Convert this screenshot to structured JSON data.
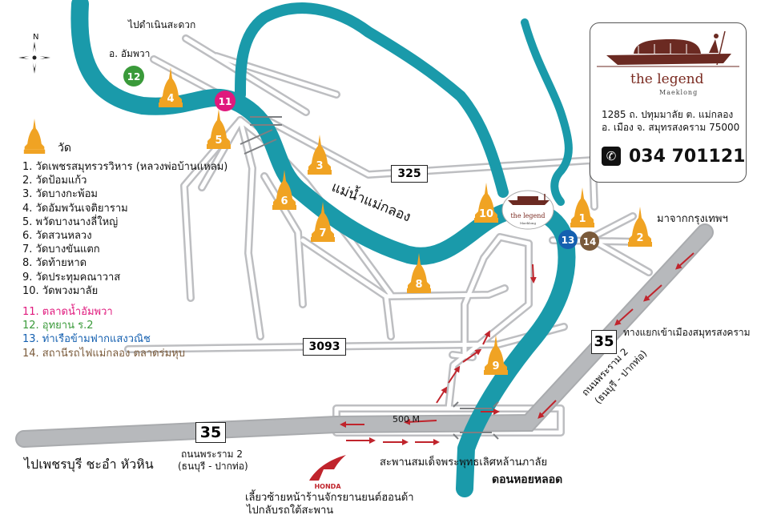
{
  "map": {
    "north_label": "N",
    "top_label": "ไปดำเนินสะดวก",
    "amphawa_label": "อ. อัมพวา",
    "river_label": "แม่น้ำแม่กลอง",
    "from_bangkok": "มาจากกรุงเทพฯ",
    "to_phetchaburi": "ไปเพชรบุรี ชะอำ หัวหิน",
    "junction_label": "ทางแยกเข้าเมืองสมุทรสงคราม",
    "bridge_label": "สะพานสมเด็จพระพุทธเลิศหล้านภาลัย",
    "don_hoi_lot": "ดอนหอยหลอด",
    "distance_label": "500 M",
    "honda_brand": "HONDA",
    "turn_note_1": "เลี้ยวซ้ายหน้าร้านจักรยานยนต์ฮอนด้า",
    "turn_note_2": "ไปกลับรถใต้สะพาน",
    "road_rama2_lower_1": "ถนนพระราม 2",
    "road_rama2_lower_2": "(ธนบุรี - ปากท่อ)",
    "road_rama2_right_1": "ถนนพระราม 2",
    "road_rama2_right_2": "(ธนบุรี - ปากท่อ)",
    "highways": {
      "h325": "325",
      "h3093": "3093",
      "h35_left": "35",
      "h35_right": "35"
    }
  },
  "legend": {
    "temple_heading": "วัด",
    "items": [
      {
        "text": "1. วัดเพชรสมุทรวรวิหาร (หลวงพ่อบ้านแหลม)"
      },
      {
        "text": "2. วัดป้อมแก้ว"
      },
      {
        "text": "3. วัดบางกะพ้อม"
      },
      {
        "text": "4. วัดอัมพวันเจติยาราม"
      },
      {
        "text": "5. พวัดบางนางลี่ใหญ่"
      },
      {
        "text": "6. วัดสวนหลวง"
      },
      {
        "text": "7. วัดบางขันแตก"
      },
      {
        "text": "8. วัดท้ายหาด"
      },
      {
        "text": "9. วัดประทุมคณาวาส"
      },
      {
        "text": "10. วัดพวงมาลัย"
      }
    ],
    "places": [
      {
        "text": "11. ตลาดน้ำอัมพวา",
        "color": "#e0197d"
      },
      {
        "text": "12. อุทยาน ร.2",
        "color": "#3a9a3a"
      },
      {
        "text": "13. ท่าเรือข้ามฟากแสงวณิช",
        "color": "#1560b0"
      },
      {
        "text": "14. สถานีรถไฟแม่กลอง ตลาดร่มหุบ",
        "color": "#7a5a3a"
      }
    ]
  },
  "markers": {
    "temples": [
      "1",
      "2",
      "3",
      "4",
      "5",
      "6",
      "7",
      "8",
      "9",
      "10"
    ],
    "m11": "11",
    "m12": "12",
    "m13": "13",
    "m14": "14"
  },
  "card": {
    "brand": "the legend",
    "brand_sub": "Maeklong",
    "address_1": "1285 ถ. ปทุมมาลัย ต. แม่กลอง",
    "address_2": "อ. เมือง จ. สมุทรสงคราม 75000",
    "phone": "034 701121",
    "mini_brand": "the legend",
    "mini_sub": "Maeklong"
  },
  "colors": {
    "river": "#1a9aaa",
    "road_grey": "#bdbec1",
    "highway": "#a9abae",
    "temple": "#f0a323",
    "arrow": "#c0242c",
    "m11": "#e0197d",
    "m12": "#3a9a3a",
    "m13": "#1560b0",
    "m14": "#7a5a3a",
    "boat": "#6b2a22"
  }
}
